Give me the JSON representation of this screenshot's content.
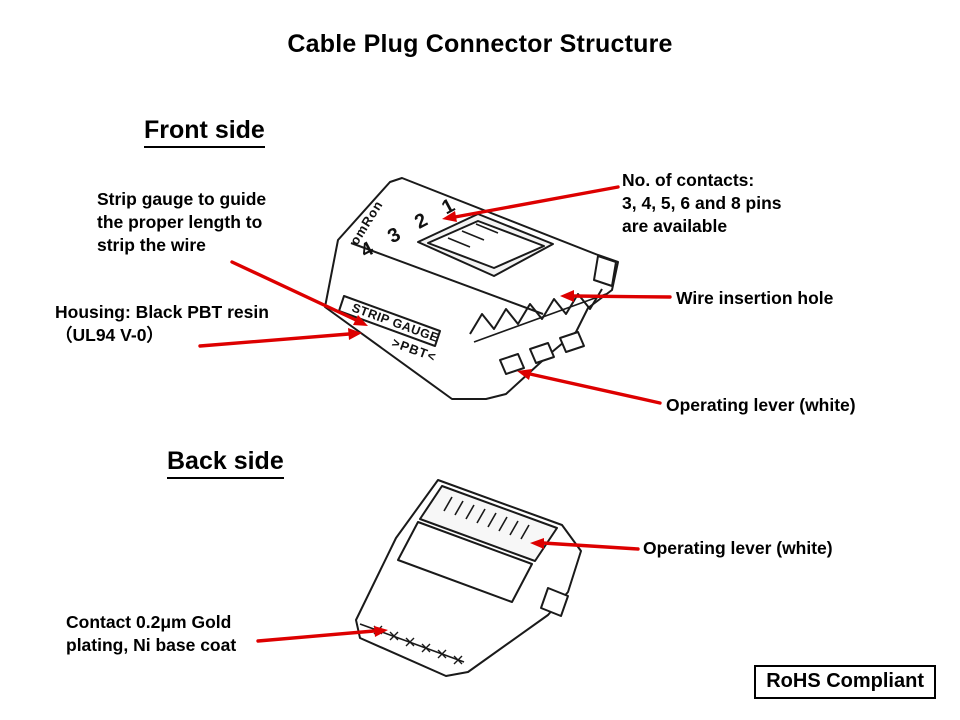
{
  "title": "Cable Plug Connector Structure",
  "front": {
    "heading": "Front side",
    "strip_gauge_label": "Strip gauge to guide\nthe proper length to\nstrip the wire",
    "contacts_label": "No. of contacts:\n3, 4, 5, 6 and 8 pins\nare available",
    "wire_insertion_label": "Wire insertion hole",
    "housing_label": "Housing: Black PBT resin\n（UL94 V-0）",
    "lever_label": "Operating lever (white)"
  },
  "back": {
    "heading": "Back side",
    "lever_label": "Operating lever (white)",
    "contact_label": "Contact 0.2μm Gold\nplating, Ni base coat"
  },
  "footer": {
    "rohs_label": "RoHS Compliant"
  },
  "drawing": {
    "brand": "omRon",
    "pin_numbers": "4 3 2 1",
    "strip_gauge_marking": "STRIP GAUGE",
    "pbt_marking": ">PBT<"
  },
  "colors": {
    "arrow": "#dd0000",
    "line": "#1a1a1a",
    "text": "#000000",
    "background": "#ffffff"
  }
}
